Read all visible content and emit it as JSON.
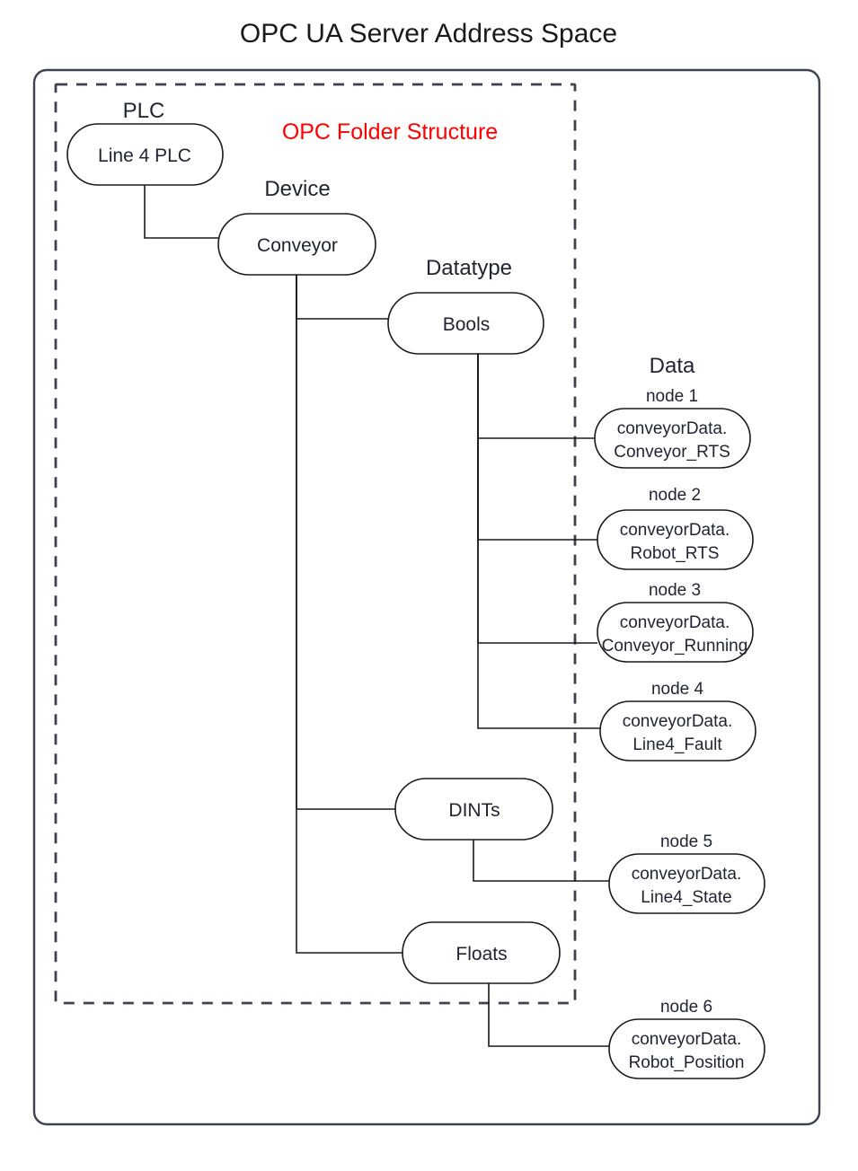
{
  "title": "OPC UA Server Address Space",
  "section_title": "OPC Folder Structure",
  "colors": {
    "section_title": "#ff0000",
    "node_stroke": "#1a1a1a",
    "frame_stroke": "#3c4250",
    "text": "#1f2430"
  },
  "column_labels": {
    "plc": "PLC",
    "device": "Device",
    "datatype": "Datatype",
    "data": "Data"
  },
  "nodes": {
    "plc": {
      "label": "Line 4 PLC"
    },
    "device": {
      "label": "Conveyor"
    },
    "bools": {
      "label": "Bools"
    },
    "dints": {
      "label": "DINTs"
    },
    "floats": {
      "label": "Floats"
    }
  },
  "data_nodes": [
    {
      "caption": "node 1",
      "line1": "conveyorData.",
      "line2": "Conveyor_RTS",
      "parent": "Bools"
    },
    {
      "caption": "node 2",
      "line1": "conveyorData.",
      "line2": "Robot_RTS",
      "parent": "Bools"
    },
    {
      "caption": "node 3",
      "line1": "conveyorData.",
      "line2": "Conveyor_Running",
      "parent": "Bools"
    },
    {
      "caption": "node 4",
      "line1": "conveyorData.",
      "line2": "Line4_Fault",
      "parent": "Bools"
    },
    {
      "caption": "node 5",
      "line1": "conveyorData.",
      "line2": "Line4_State",
      "parent": "DINTs"
    },
    {
      "caption": "node 6",
      "line1": "conveyorData.",
      "line2": "Robot_Position",
      "parent": "Floats"
    }
  ]
}
